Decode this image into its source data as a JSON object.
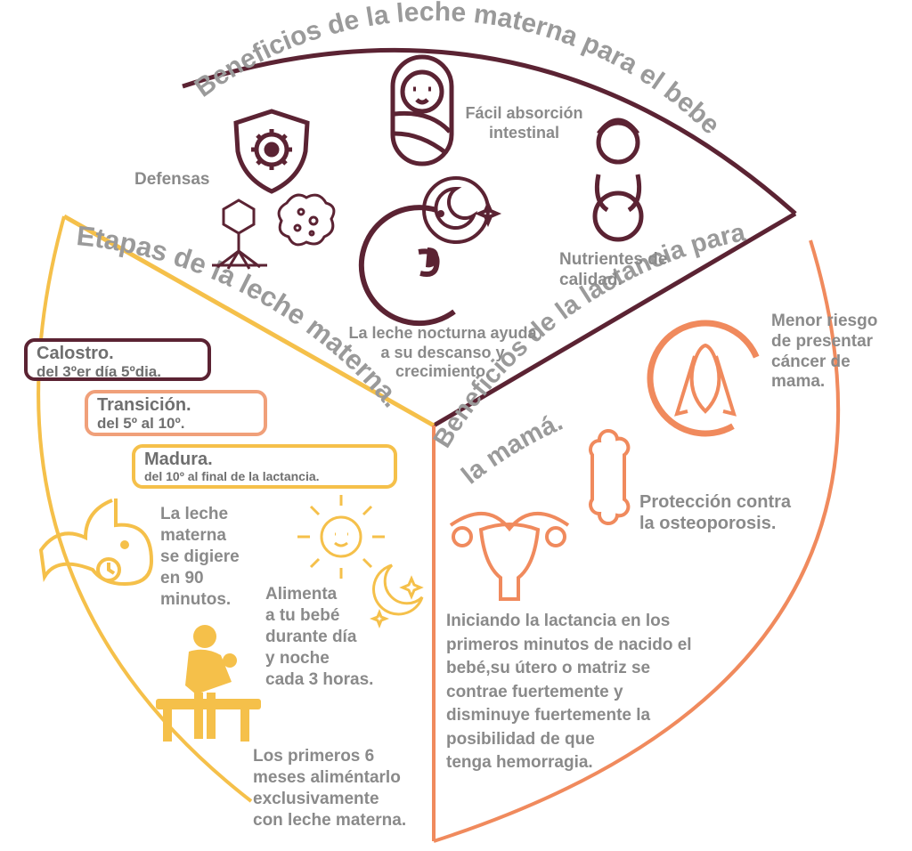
{
  "colors": {
    "baby": "#5b2333",
    "mother": "#f08a5d",
    "stages": "#f5c04a",
    "text": "#8a8a8a",
    "calostro_border": "#5b2333",
    "transicion_border": "#f0a07a",
    "madura_border": "#f5c04a"
  },
  "sections": {
    "baby_title": "Beneficios de la leche materna para el bebe",
    "mother_title_1": "Beneficios de la lactancia para",
    "mother_title_2": "la mamá.",
    "stages_title": "Etapas de la leche materna."
  },
  "baby": {
    "defensas": "Defensas",
    "absorcion": [
      "Fácil absorción",
      "intestinal"
    ],
    "nutrientes": [
      "Nutrientes de",
      "calidad."
    ],
    "nocturna": [
      "La leche nocturna ayuda",
      "a su descanso y",
      "crecimiento."
    ]
  },
  "mother": {
    "cancer": [
      "Menor riesgo",
      "de presentar",
      "cáncer de",
      "mama."
    ],
    "osteo": [
      "Protección contra",
      "la osteoporosis."
    ],
    "utero": [
      "Iniciando la lactancia en los",
      "primeros  minutos de nacido el",
      "bebé,su útero o matriz se",
      "contrae fuertemente y",
      "disminuye  fuertemente la",
      "posibilidad de que",
      "tenga hemorragia."
    ]
  },
  "stages": {
    "calostro_title": "Calostro.",
    "calostro_sub": "del 3ºer día 5ºdia.",
    "transicion_title": "Transición.",
    "transicion_sub": "del 5º al 10º.",
    "madura_title": "Madura.",
    "madura_sub": "del 10º al final de la lactancia.",
    "digiere": [
      "La leche",
      "materna",
      "se digiere",
      "en 90",
      "minutos."
    ],
    "alimenta": [
      "Alimenta",
      "a tu bebé",
      "durante día",
      "y noche",
      "cada 3 horas."
    ],
    "primeros": [
      "Los primeros 6",
      "meses aliméntarlo",
      "exclusivamente",
      "con leche materna."
    ]
  },
  "icons": [
    "shield-virus-icon",
    "bacteriophage-icon",
    "microbe-icon",
    "swaddled-baby-icon",
    "breastfeeding-night-icon",
    "moon-stars-icon",
    "pregnant-woman-icon",
    "cancer-ribbon-icon",
    "bone-icon",
    "uterus-icon",
    "stomach-clock-icon",
    "sun-icon",
    "moon-icon",
    "mother-nursing-bench-icon"
  ]
}
